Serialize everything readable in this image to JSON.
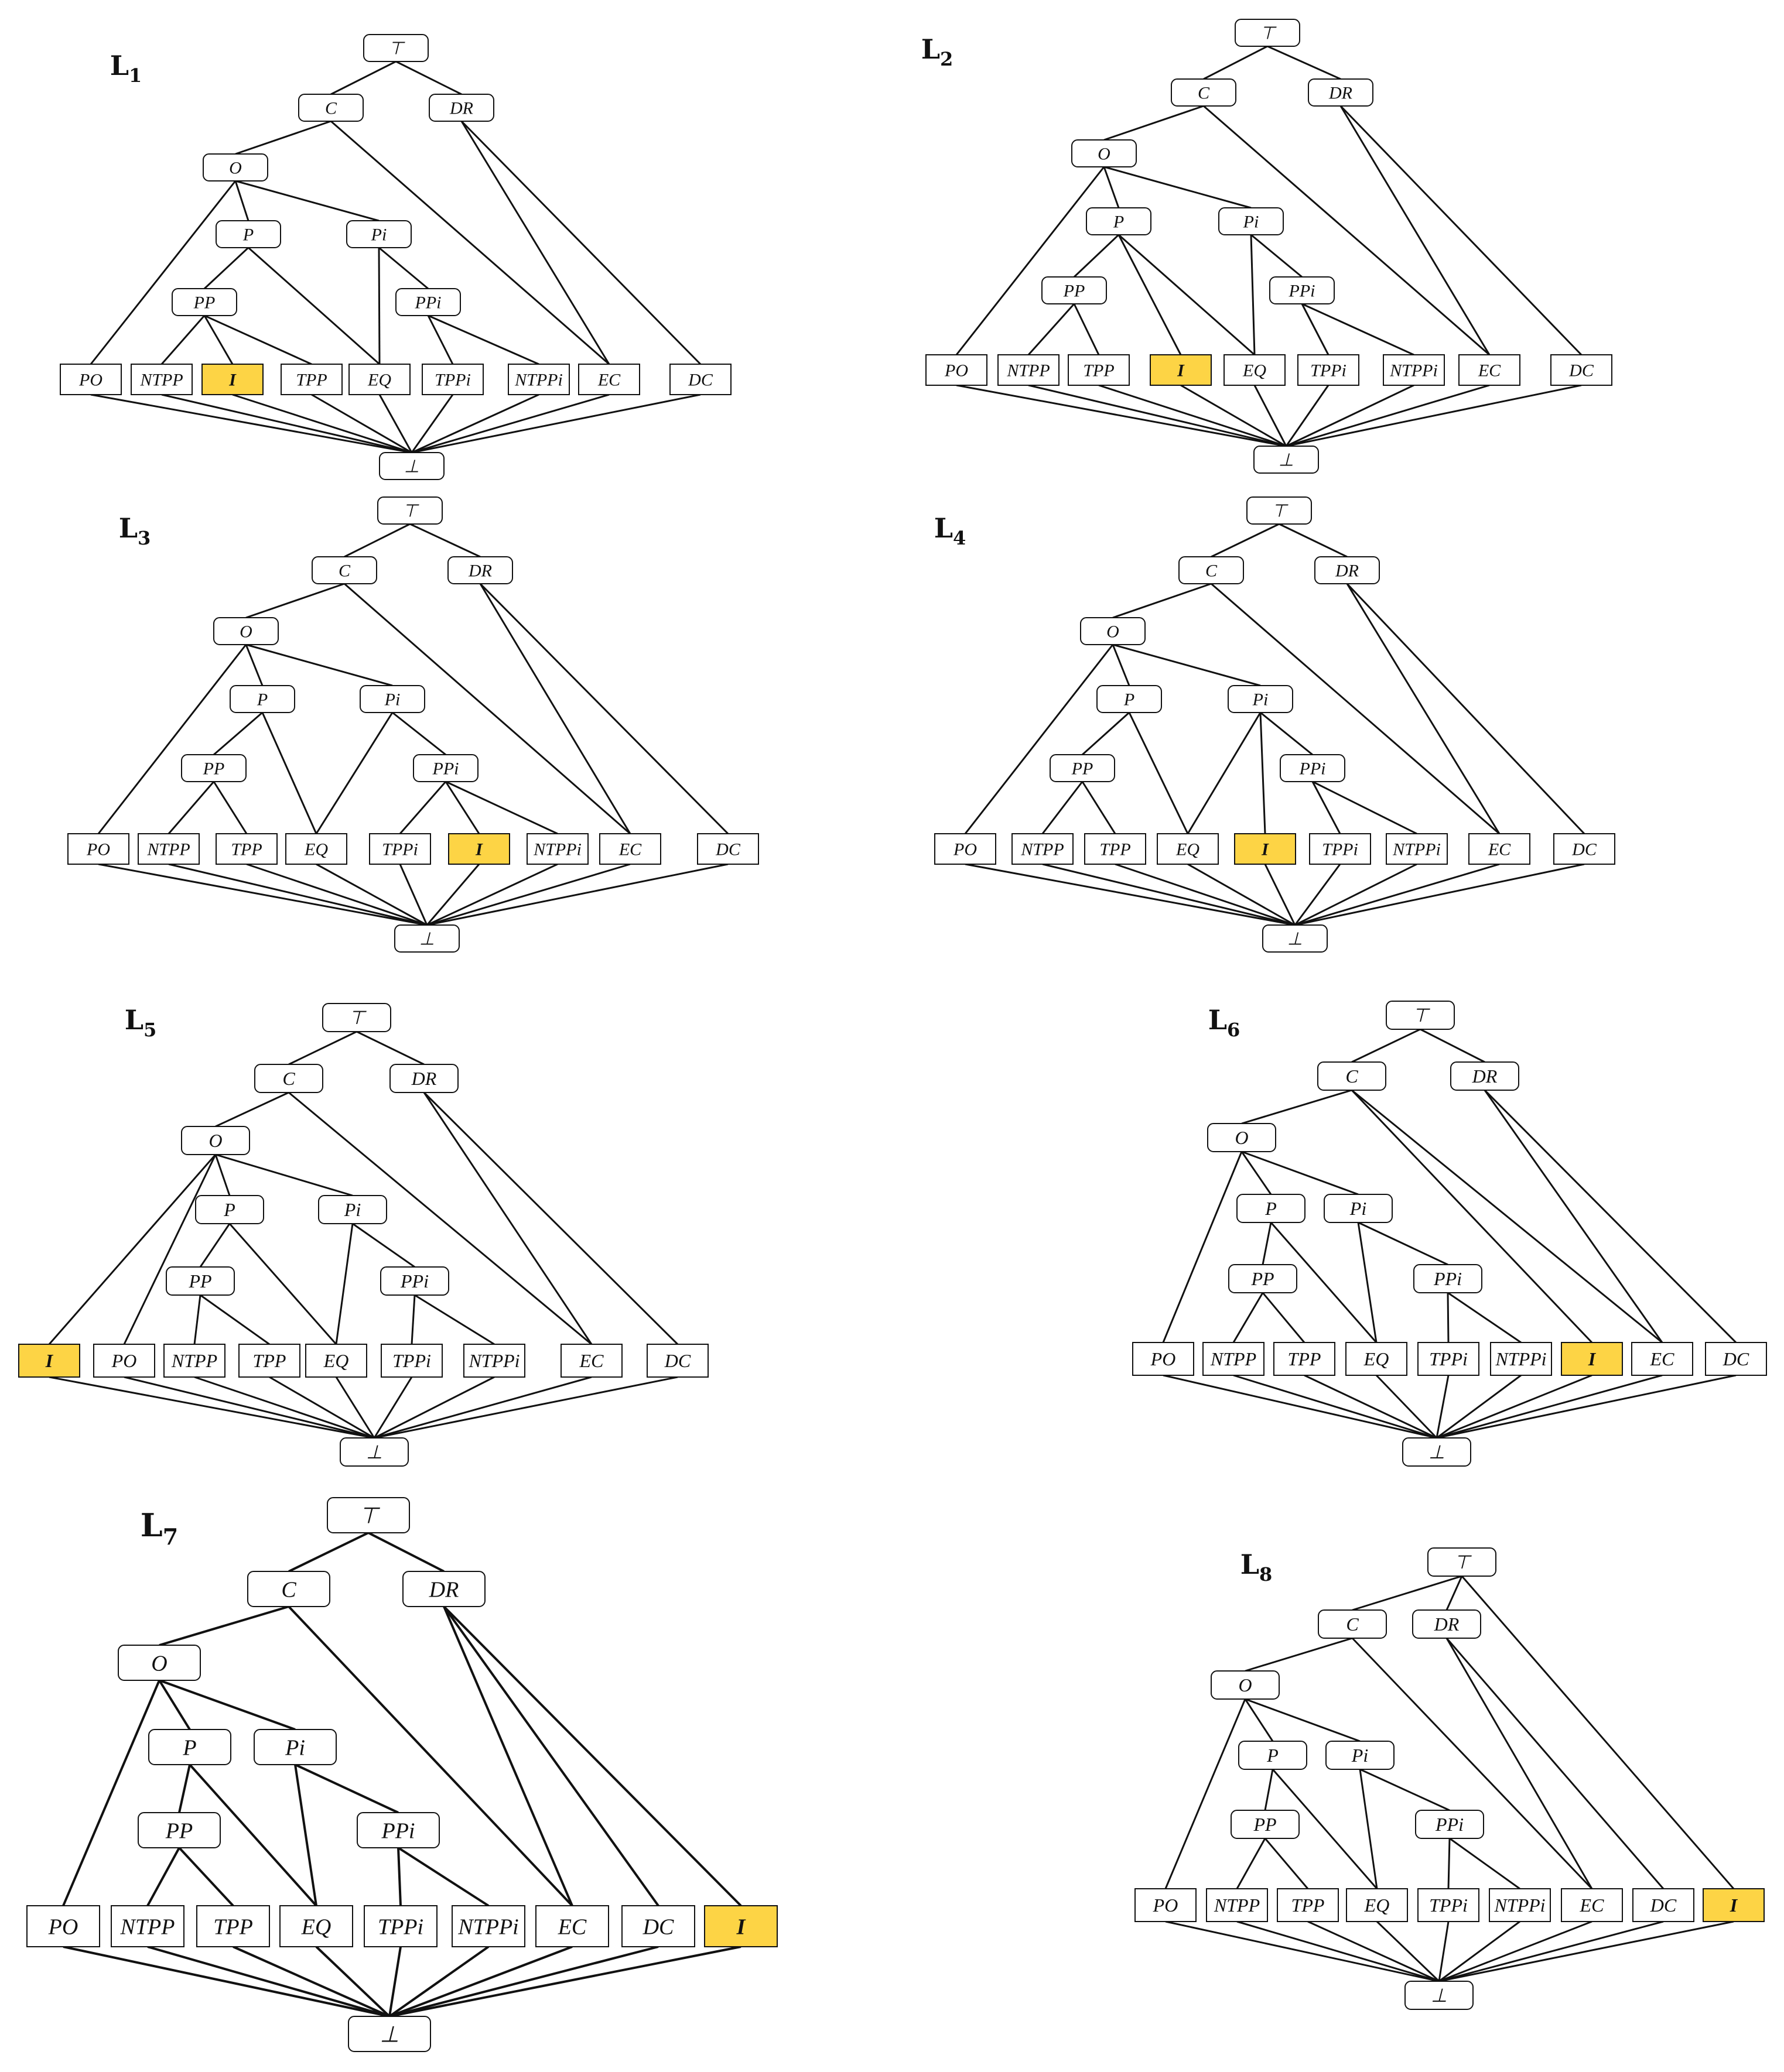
{
  "lattices": [
    {
      "title": "L",
      "sub": "1"
    },
    {
      "title": "L",
      "sub": "2"
    },
    {
      "title": "L",
      "sub": "3"
    },
    {
      "title": "L",
      "sub": "4"
    },
    {
      "title": "L",
      "sub": "5"
    },
    {
      "title": "L",
      "sub": "6"
    },
    {
      "title": "L",
      "sub": "7"
    },
    {
      "title": "L",
      "sub": "8"
    }
  ],
  "node_labels": {
    "top": "⊤",
    "bottom": "⊥",
    "C": "C",
    "DR": "DR",
    "O": "O",
    "P": "P",
    "Pi": "Pi",
    "PP": "PP",
    "PPi": "PPi",
    "PO": "PO",
    "NTPP": "NTPP",
    "TPP": "TPP",
    "EQ": "EQ",
    "TPPi": "TPPi",
    "NTPPi": "NTPPi",
    "EC": "EC",
    "DC": "DC",
    "I": "I"
  },
  "colors": {
    "highlight": "#fdd445",
    "stroke": "#111111",
    "box": "#ffffff"
  },
  "highlighted_node": "I"
}
